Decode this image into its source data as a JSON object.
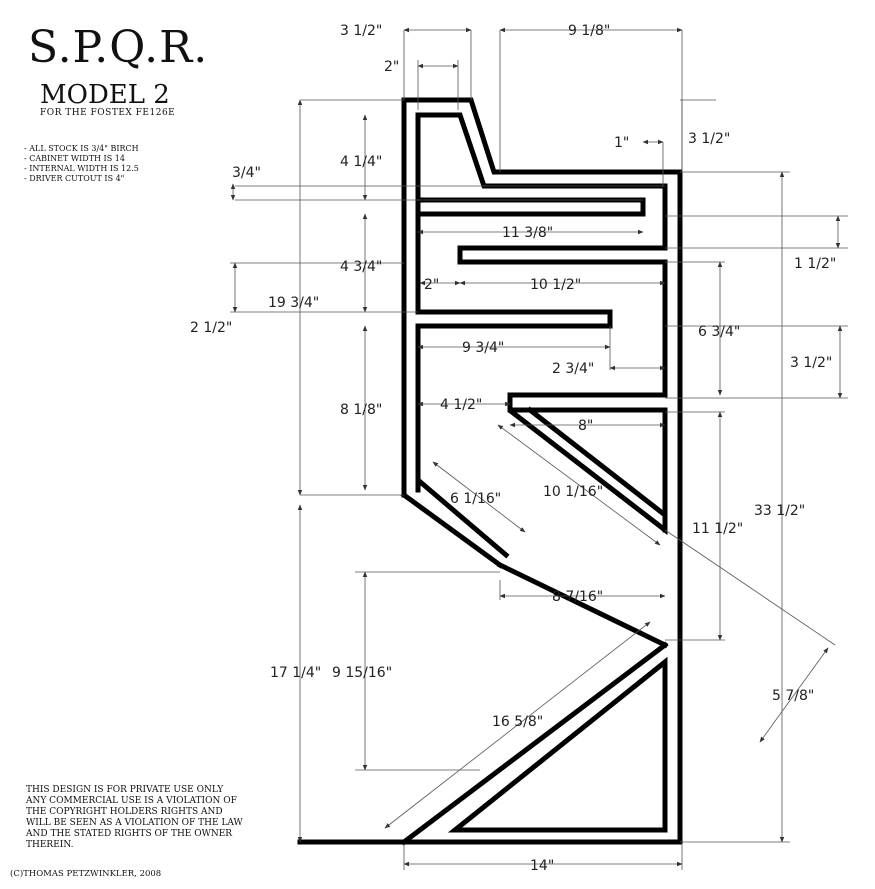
{
  "header": {
    "title": "S.P.Q.R.",
    "model": "MODEL 2",
    "subtitle": "FOR THE FOSTEX FE126E"
  },
  "specs": [
    "- ALL STOCK IS 3/4\" BIRCH",
    "- CABINET WIDTH IS 14",
    "- INTERNAL WIDTH IS 12.5",
    "- DRIVER CUTOUT IS 4\""
  ],
  "notice": "THIS DESIGN IS FOR PRIVATE USE ONLY ANY COMMERCIAL USE IS A VIOLATION OF THE COPYRIGHT HOLDERS RIGHTS AND WILL BE SEEN AS A VIOLATION OF THE LAW AND THE STATED RIGHTS OF THE OWNER THEREIN.",
  "copyright": "(C)THOMAS PETZWINKLER, 2008",
  "dimensions": {
    "top_left_width": "3 1/2\"",
    "top_right_width": "9 1/8\"",
    "top_slant": "2\"",
    "top_height": "3 1/2\"",
    "small_gap": "1\"",
    "first_chamber": "4 1/4\"",
    "panel_thickness": "3/4\"",
    "shelf_one": "11 3/8\"",
    "right_gap": "1 1/2\"",
    "second_chamber": "4 3/4\"",
    "shelf_two_gap": "2\"",
    "shelf_two": "10 1/2\"",
    "upper_section": "19 3/4\"",
    "left_gap": "2 1/2\"",
    "right_section": "6 3/4\"",
    "shelf_three": "9 3/4\"",
    "shelf_three_gap": "2 3/4\"",
    "right_step": "3 1/2\"",
    "third_chamber": "8 1/8\"",
    "baffle_lip": "4 1/2\"",
    "baffle_top": "8\"",
    "baffle_diagonal": "10 1/16\"",
    "lower_slant": "6 1/16\"",
    "right_lower": "11 1/2\"",
    "total_height": "33 1/2\"",
    "mouth_width": "8 7/16\"",
    "lower_section": "17 1/4\"",
    "mouth_height": "9 15/16\"",
    "bottom_diagonal": "16 5/8\"",
    "side_angle": "5 7/8\"",
    "base_width": "14\""
  }
}
